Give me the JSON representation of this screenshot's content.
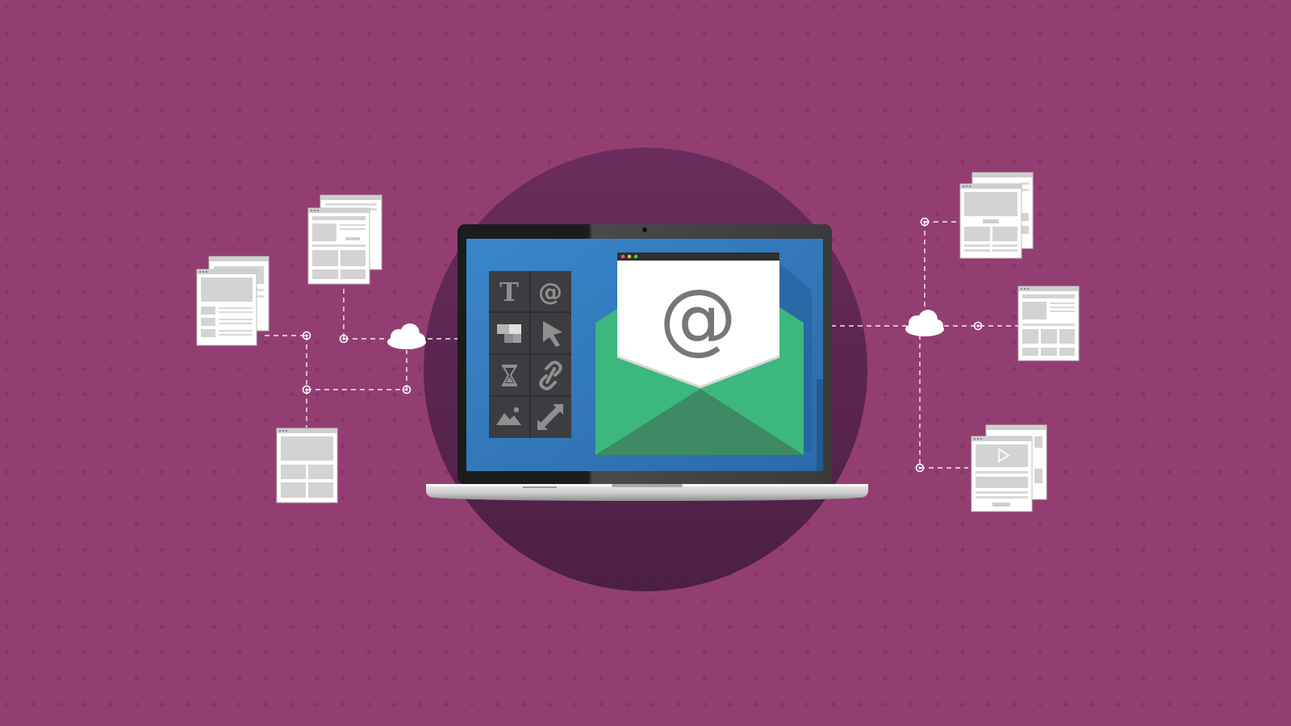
{
  "colors": {
    "background": "#933e71",
    "background_dots": "#84346a",
    "circle_top": "#6b2c5e",
    "circle_bottom": "#4c1f44",
    "screen": "#2f7ac0",
    "laptop_bezel": "#1c1c1c",
    "laptop_base": "#d4d4d4",
    "toolbar_tile": "#3b3d41",
    "toolbar_glyph": "#8f8f8f",
    "envelope_green": "#3cb77d",
    "envelope_dark_green": "#3d8a65",
    "letter": "#ffffff",
    "at_symbol": "#777777",
    "page_fill": "#ffffff",
    "page_block": "#d3d3d3",
    "connector": "#ffffff",
    "window_dot_red": "#ee5d4f",
    "window_dot_yellow": "#f0b429",
    "window_dot_green": "#4cc35b"
  },
  "toolbar": {
    "tools": [
      {
        "name": "text-tool",
        "glyph": "T",
        "icon": "text-icon"
      },
      {
        "name": "at-tool",
        "glyph": "@",
        "icon": "at-icon"
      },
      {
        "name": "blocks-tool",
        "icon": "blocks-icon"
      },
      {
        "name": "cursor-tool",
        "icon": "cursor-icon"
      },
      {
        "name": "timer-tool",
        "icon": "hourglass-icon"
      },
      {
        "name": "link-tool",
        "icon": "link-icon"
      },
      {
        "name": "image-tool",
        "icon": "image-icon"
      },
      {
        "name": "resize-tool",
        "icon": "resize-icon"
      }
    ]
  },
  "letter": {
    "symbol": "@",
    "icon": "at-symbol-icon"
  },
  "clouds": [
    {
      "icon": "cloud-icon",
      "side": "left"
    },
    {
      "icon": "cloud-icon",
      "side": "right"
    }
  ],
  "pages": {
    "left": [
      "stacked-page-pair",
      "stacked-page-pair",
      "single-page-grid"
    ],
    "right": [
      "stacked-page-pair",
      "single-page-article",
      "stacked-page-video"
    ]
  }
}
